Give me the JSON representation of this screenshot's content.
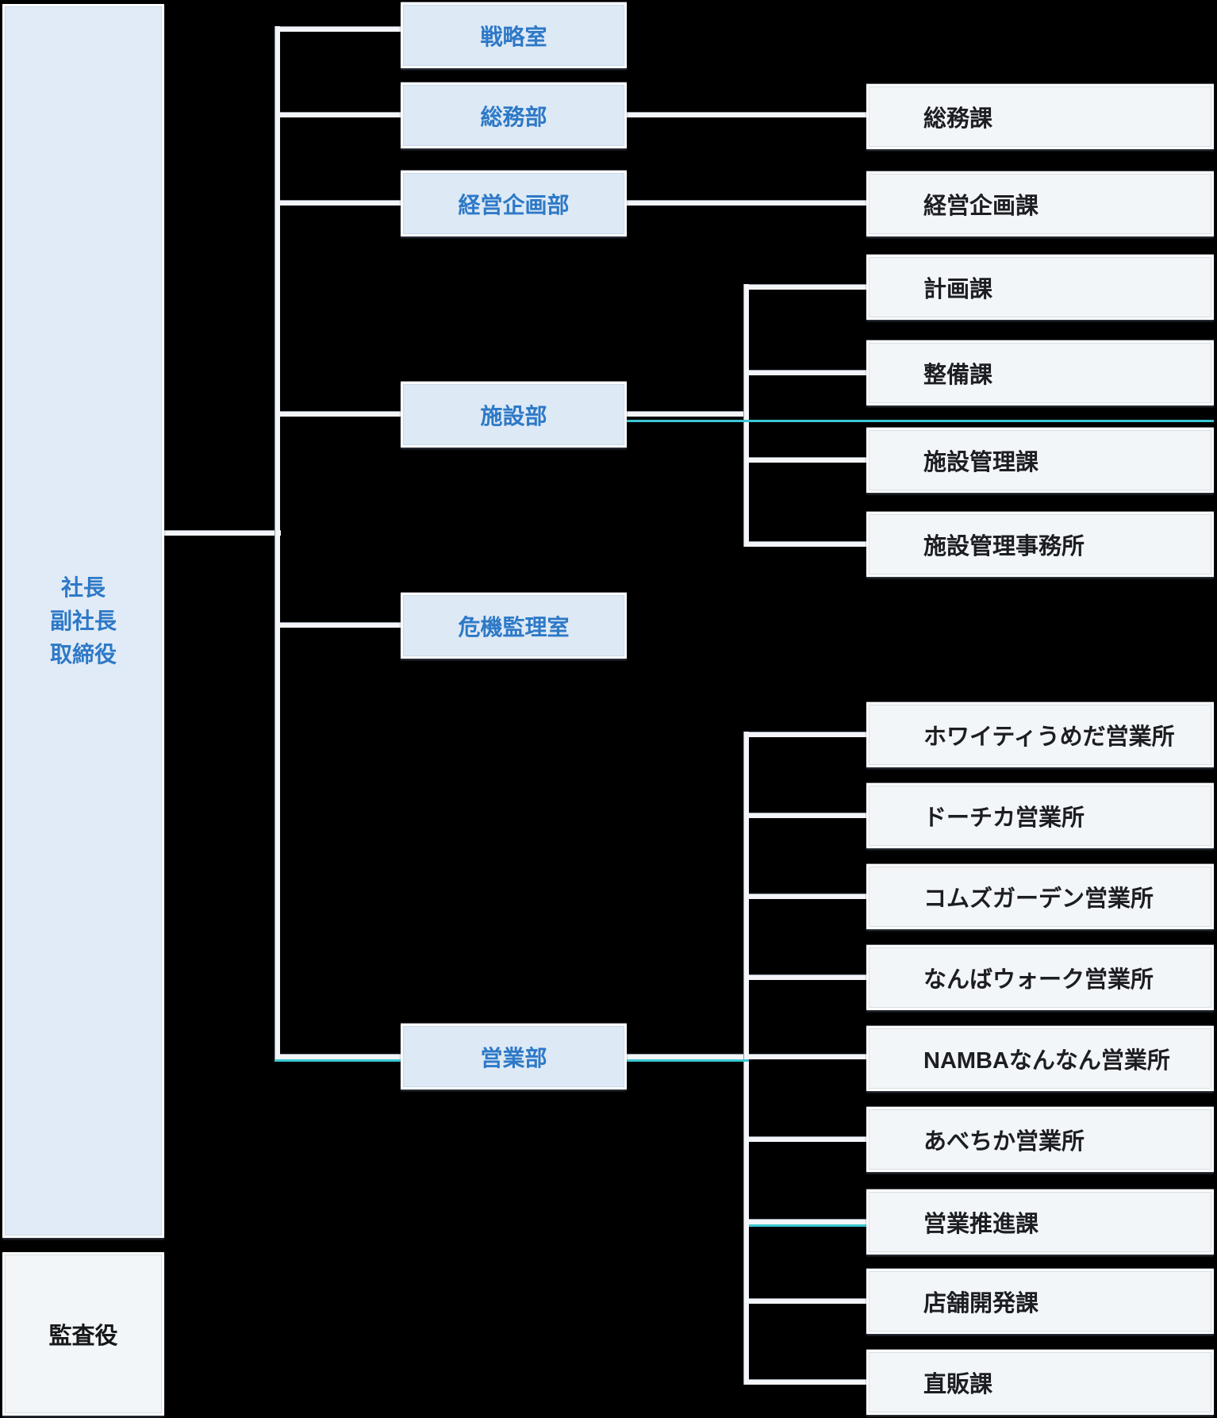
{
  "executive": {
    "lines": [
      "社長",
      "副社長",
      "取締役"
    ]
  },
  "auditor": {
    "label": "監査役"
  },
  "departments": [
    {
      "id": "strategy-office",
      "label": "戦略室",
      "sections": []
    },
    {
      "id": "general-affairs-dept",
      "label": "総務部",
      "sections": [
        {
          "id": "general-affairs-sec",
          "label": "総務課"
        }
      ]
    },
    {
      "id": "corporate-planning-dept",
      "label": "経営企画部",
      "sections": [
        {
          "id": "corporate-planning-sec",
          "label": "経営企画課"
        }
      ]
    },
    {
      "id": "facilities-dept",
      "label": "施設部",
      "sections": [
        {
          "id": "planning-sec",
          "label": "計画課"
        },
        {
          "id": "maintenance-sec",
          "label": "整備課"
        },
        {
          "id": "facility-management-sec",
          "label": "施設管理課"
        },
        {
          "id": "facility-management-office",
          "label": "施設管理事務所"
        }
      ]
    },
    {
      "id": "crisis-management-office",
      "label": "危機監理室",
      "sections": []
    },
    {
      "id": "sales-dept",
      "label": "営業部",
      "sections": [
        {
          "id": "whity-umeda-office",
          "label": "ホワイティうめだ営業所"
        },
        {
          "id": "dochika-office",
          "label": "ドーチカ営業所"
        },
        {
          "id": "coms-garden-office",
          "label": "コムズガーデン営業所"
        },
        {
          "id": "namba-walk-office",
          "label": "なんばウォーク営業所"
        },
        {
          "id": "namba-nannan-office",
          "label": "NAMBAなんなん営業所"
        },
        {
          "id": "abechika-office",
          "label": "あべちか営業所"
        },
        {
          "id": "sales-promotion-sec",
          "label": "営業推進課"
        },
        {
          "id": "store-development-sec",
          "label": "店舗開発課"
        },
        {
          "id": "direct-sales-sec",
          "label": "直販課"
        }
      ]
    }
  ],
  "colors": {
    "background": "#000000",
    "department_fill": "#dde9f5",
    "department_text": "#2e79c7",
    "section_fill": "#f3f6f8",
    "section_text": "#1c1e21",
    "connector": "#f3f5f8",
    "accent_cyan": "#3cc8d4"
  }
}
